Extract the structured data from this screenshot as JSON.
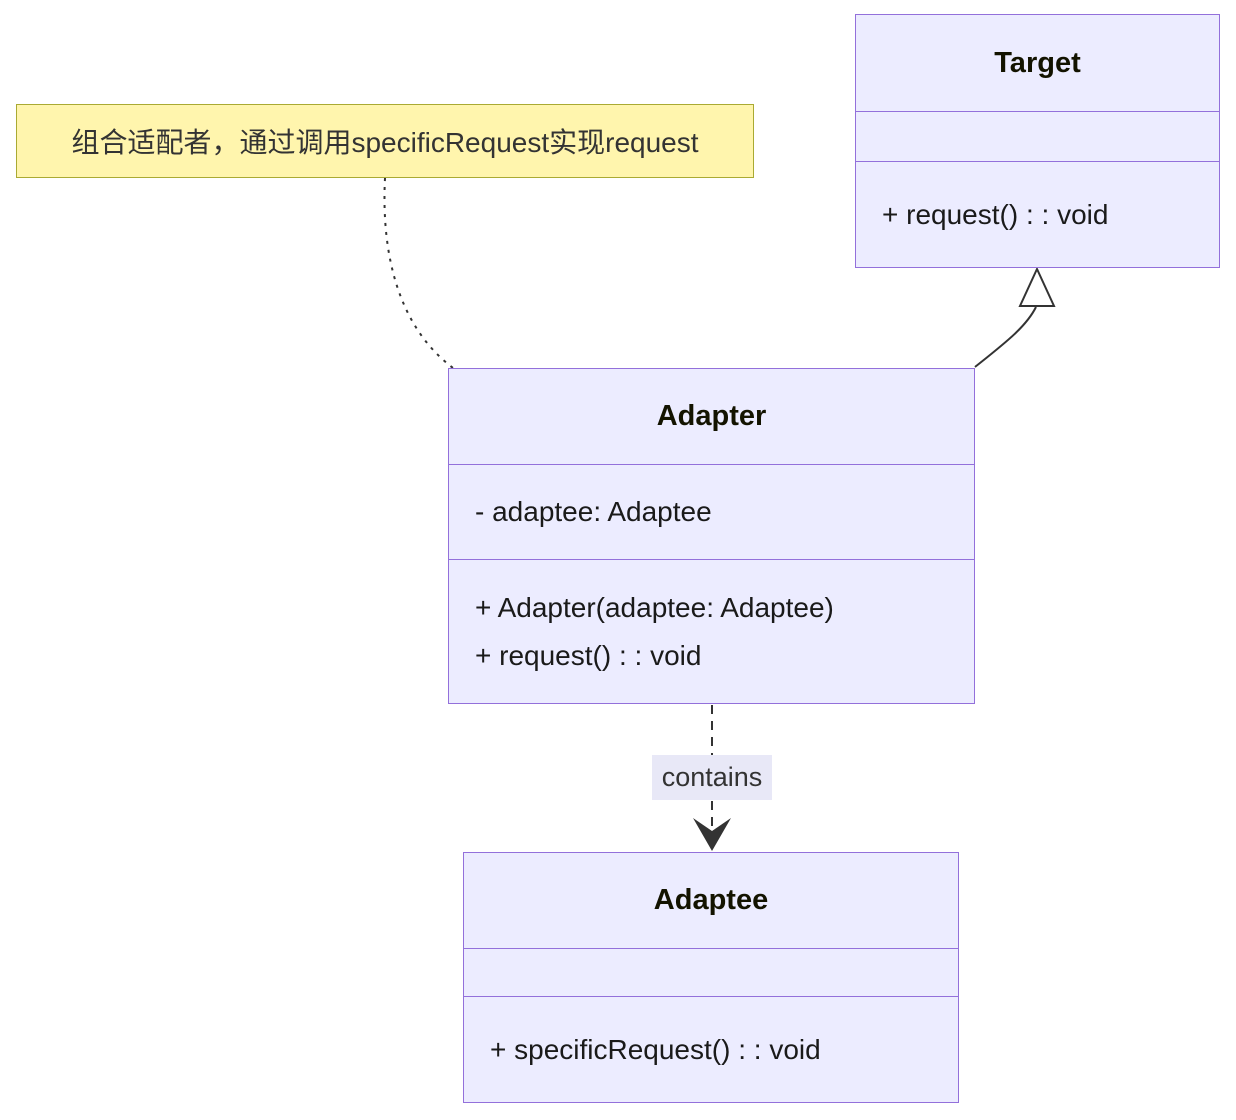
{
  "diagram_type": "uml-class-diagram",
  "note": {
    "text": "组合适配者，通过调用specificRequest实现request"
  },
  "classes": {
    "target": {
      "name": "Target",
      "attributes": [],
      "methods": [
        "+ request() : : void"
      ]
    },
    "adapter": {
      "name": "Adapter",
      "attributes": [
        "- adaptee: Adaptee"
      ],
      "methods": [
        "+ Adapter(adaptee: Adaptee)",
        "+ request() : : void"
      ]
    },
    "adaptee": {
      "name": "Adaptee",
      "attributes": [],
      "methods": [
        "+ specificRequest() : : void"
      ]
    }
  },
  "relations": {
    "adapter_realizes_target": {
      "from": "Adapter",
      "to": "Target",
      "type": "realization",
      "label": ""
    },
    "adapter_contains_adaptee": {
      "from": "Adapter",
      "to": "Adaptee",
      "type": "dependency",
      "label": "contains"
    },
    "note_attached_to": "Adapter"
  },
  "colors": {
    "class_fill": "#ECECFF",
    "class_border": "#9370DB",
    "note_fill": "#FFF5AD",
    "note_border": "#AAAA33",
    "line": "#333333",
    "label_bg": "#E8E8F7",
    "text": "#1A1A1A",
    "title_text": "#131300"
  }
}
